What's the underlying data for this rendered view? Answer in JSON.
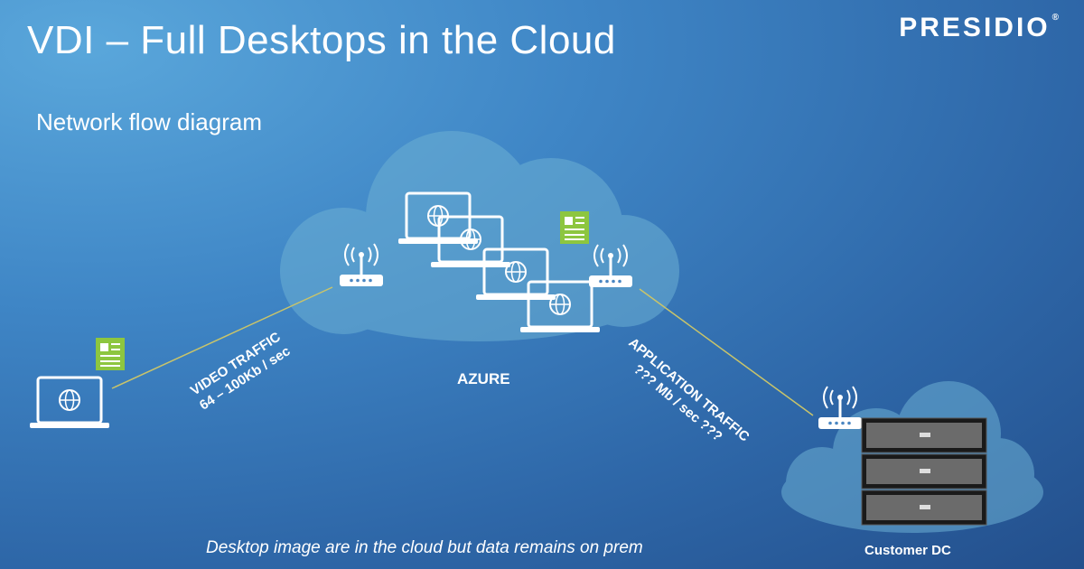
{
  "slide": {
    "title": "VDI – Full Desktops in the Cloud",
    "subtitle": "Network flow diagram",
    "footer_note": "Desktop image are in the cloud but data remains on prem"
  },
  "logo": {
    "text": "PRESIDIO",
    "mark": "®"
  },
  "azure": {
    "label": "AZURE"
  },
  "customer_dc": {
    "label": "Customer DC"
  },
  "video_traffic": {
    "line1": "VIDEO TRAFFIC",
    "line2": "64 – 100Kb / sec"
  },
  "application_traffic": {
    "line1": "APPLICATION TRAFFIC",
    "line2": "??? Mb / sec ???"
  },
  "colors": {
    "connector": "#c9c46a",
    "cloud_fill": "#6cb0d4",
    "document_green": "#8dc63f"
  },
  "icons": {
    "laptop": "laptop-globe-icon",
    "router": "wifi-router-icon",
    "document": "document-icon",
    "server": "server-rack-icon"
  }
}
